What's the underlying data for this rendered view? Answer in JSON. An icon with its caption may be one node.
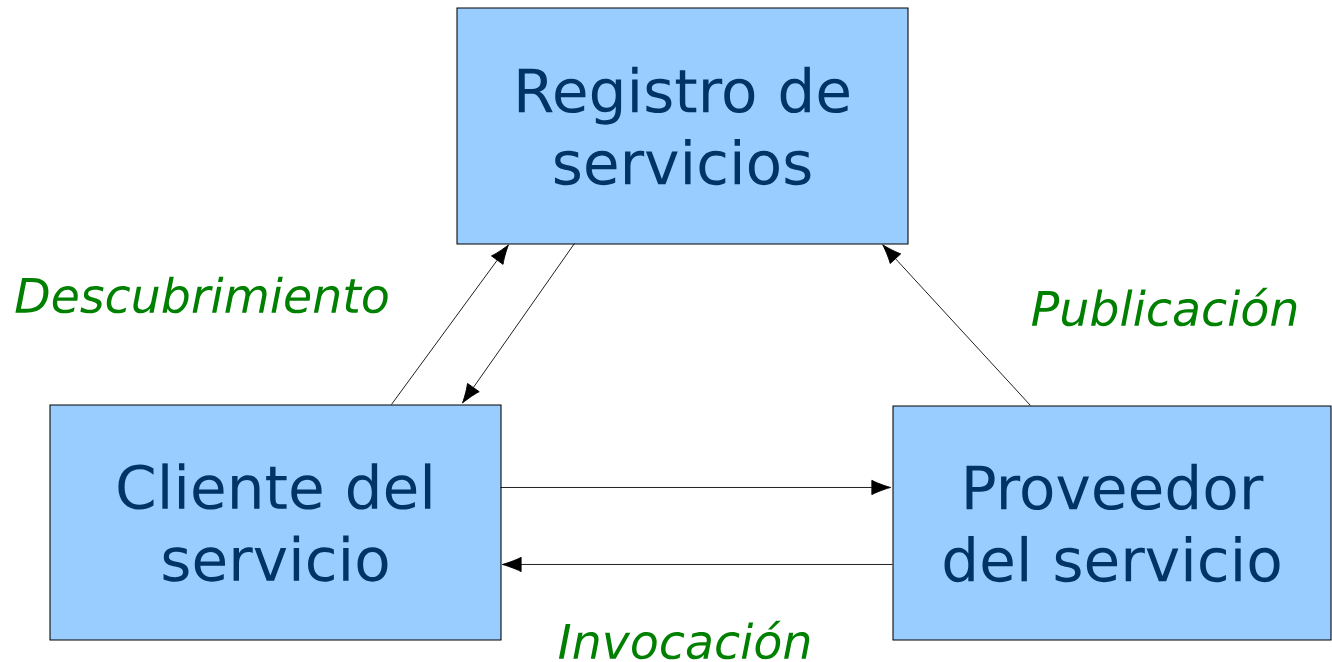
{
  "diagram": {
    "nodes": [
      {
        "text": [
          "Registro de servicios"
        ]
      },
      {
        "text": [
          "Cliente del servicio"
        ]
      },
      {
        "text": [
          "Proveedor del servicio"
        ]
      }
    ],
    "edges": [
      {
        "from": 1,
        "to": 0,
        "arrow": "to",
        "label": "Descubrimiento"
      },
      {
        "from": 0,
        "to": 1,
        "arrow": "to"
      },
      {
        "from": 2,
        "to": 0,
        "arrow": "to",
        "label": "Publicación"
      },
      {
        "from": 1,
        "to": 2,
        "arrow": "to"
      },
      {
        "from": 2,
        "to": 1,
        "arrow": "to",
        "label": "Invocación"
      }
    ]
  }
}
